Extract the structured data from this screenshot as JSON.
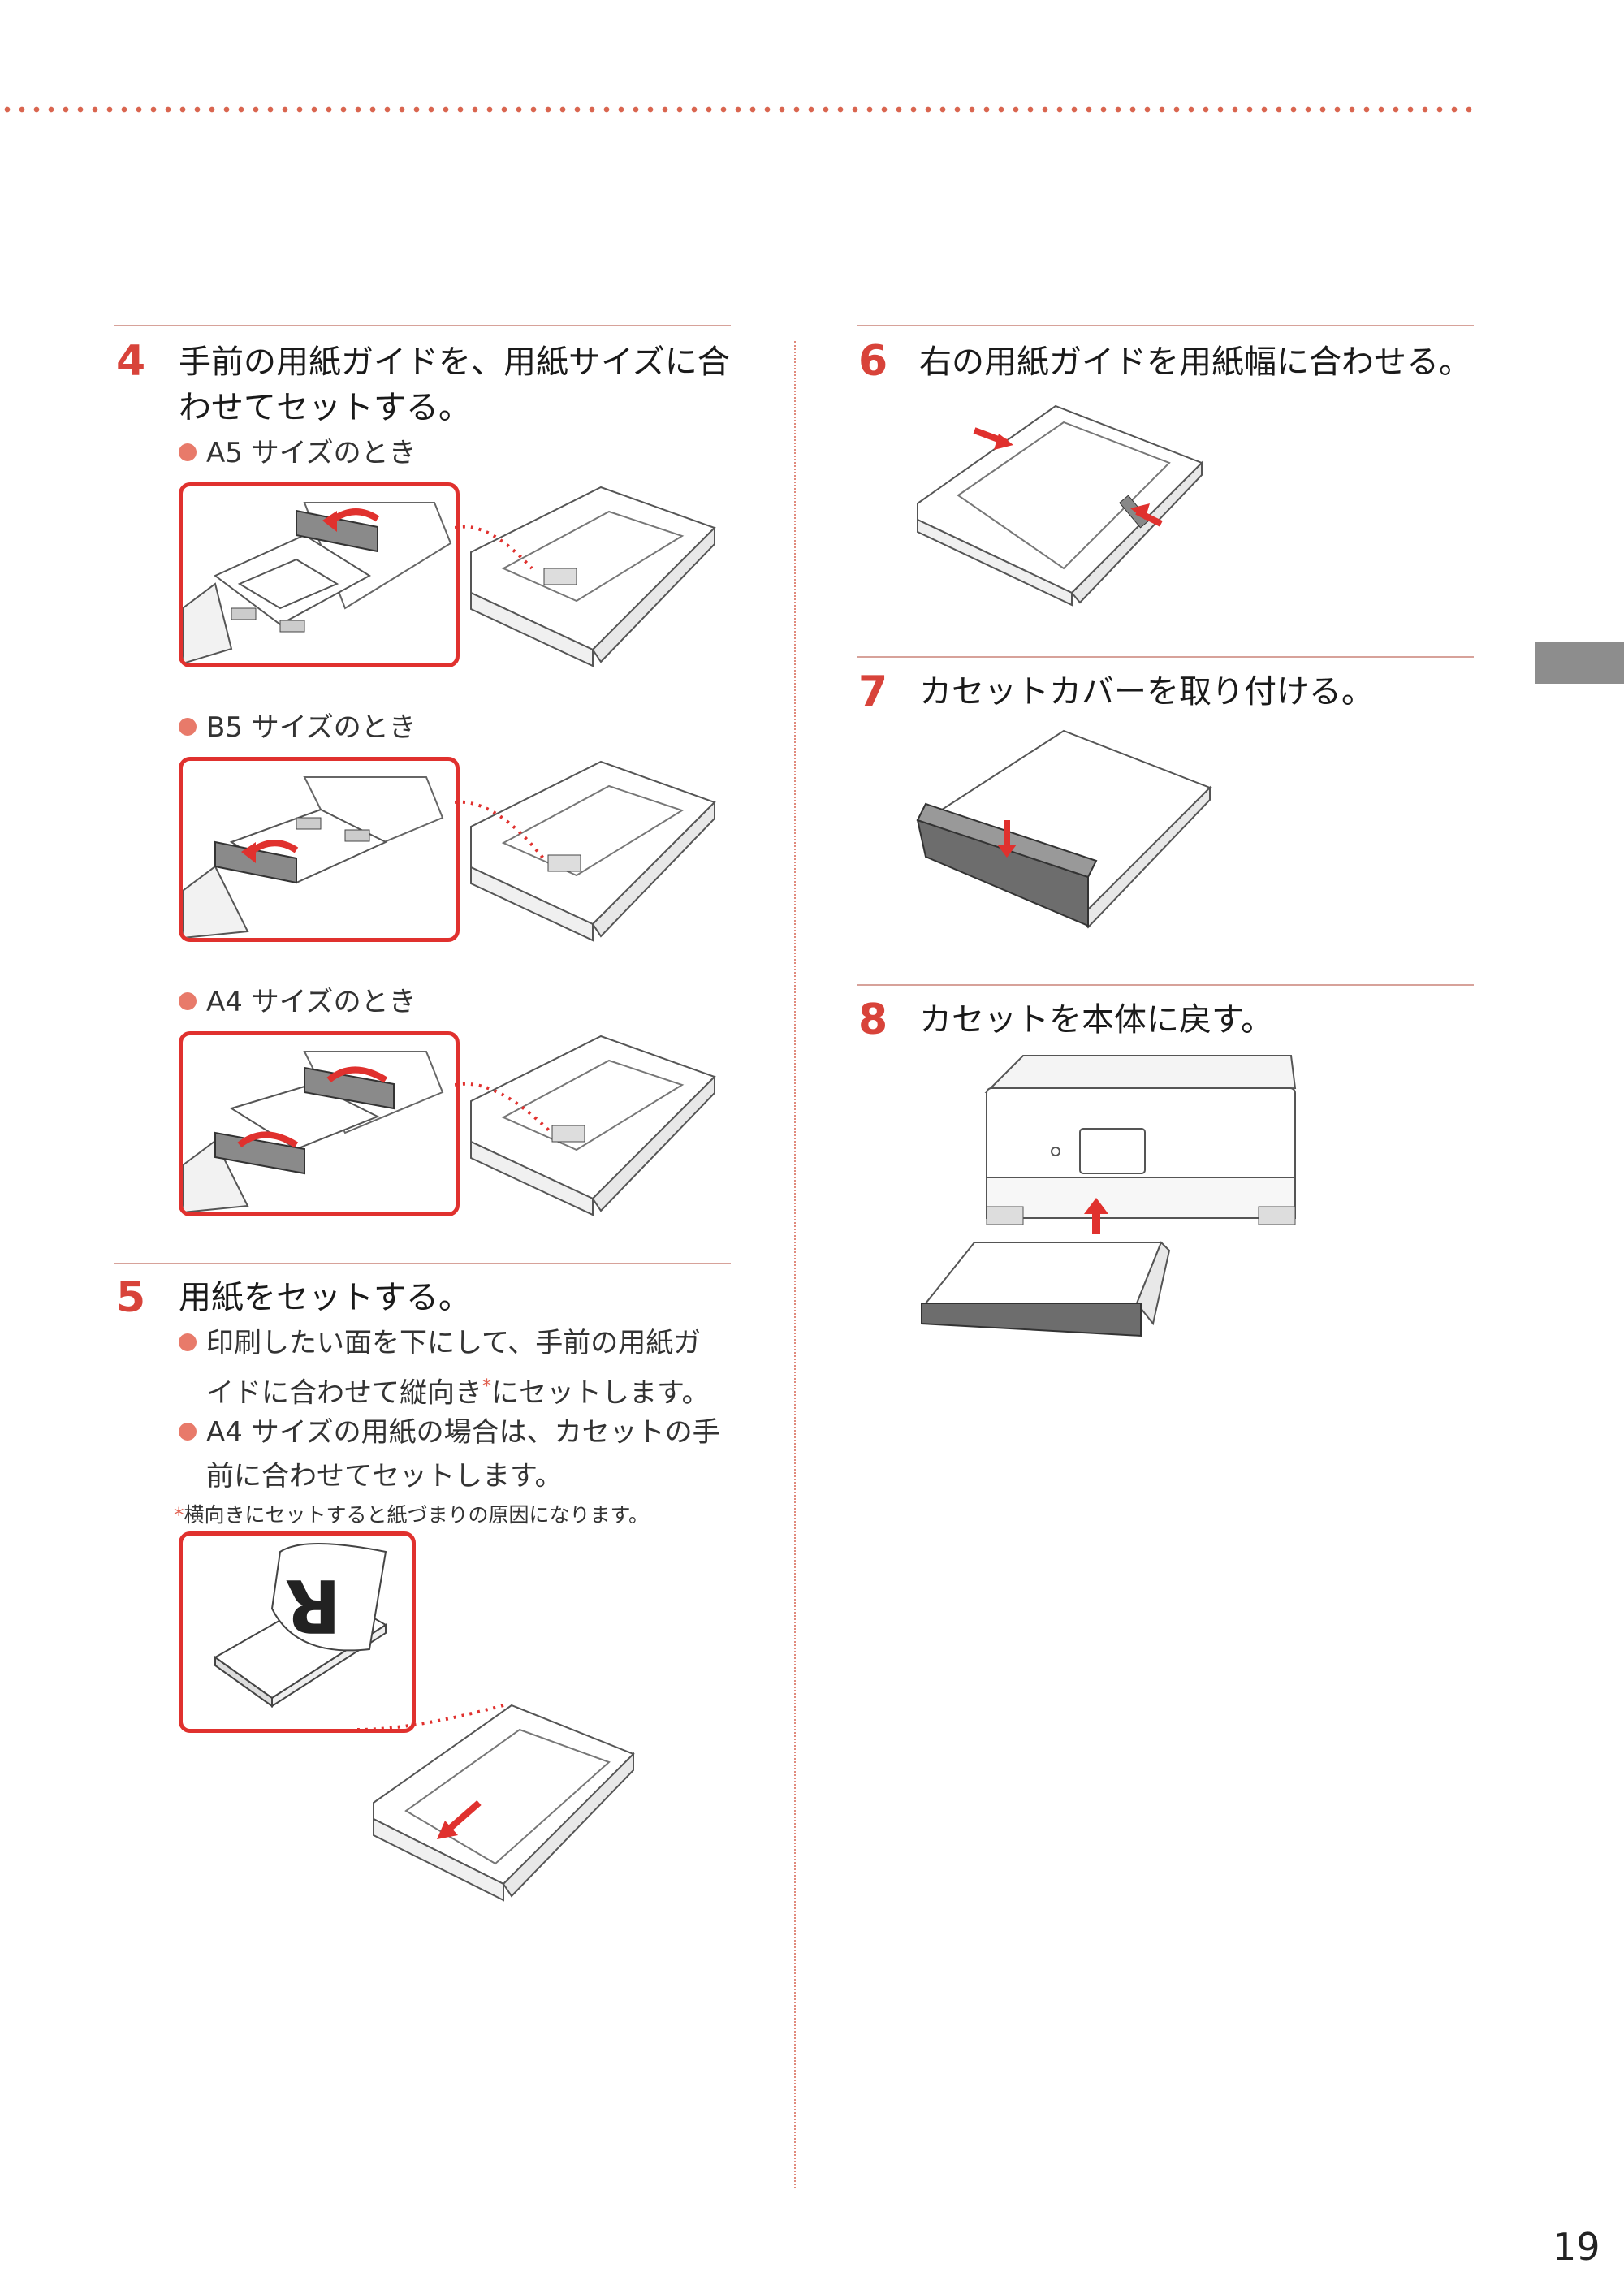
{
  "page_number": "19",
  "left_column": {
    "step4": {
      "number": "4",
      "text_line1": "手前の用紙ガイドを、用紙サイズに合",
      "text_line2": "わせてセットする。",
      "cases": [
        {
          "label": "A5 サイズのとき"
        },
        {
          "label": "B5 サイズのとき"
        },
        {
          "label": "A4 サイズのとき"
        }
      ]
    },
    "step5": {
      "number": "5",
      "text": "用紙をセットする。",
      "bullet1_line1": "印刷したい面を下にして、手前の用紙ガ",
      "bullet1_line2a": "イドに合わせて縦向き",
      "bullet1_ast": "*",
      "bullet1_line2b": "にセットします。",
      "bullet2_line1": "A4 サイズの用紙の場合は、カセットの手",
      "bullet2_line2": "前に合わせてセットします。",
      "note_ast": "*",
      "note": "横向きにセットすると紙づまりの原因になります。"
    }
  },
  "right_column": {
    "step6": {
      "number": "6",
      "text": "右の用紙ガイドを用紙幅に合わせる。"
    },
    "step7": {
      "number": "7",
      "text": "カセットカバーを取り付ける。"
    },
    "step8": {
      "number": "8",
      "text": "カセットを本体に戻す。"
    }
  },
  "colors": {
    "accent": "#d8433a",
    "box_border": "#e0312e",
    "rule": "#d7a29a",
    "tab": "#8d8d8d"
  }
}
